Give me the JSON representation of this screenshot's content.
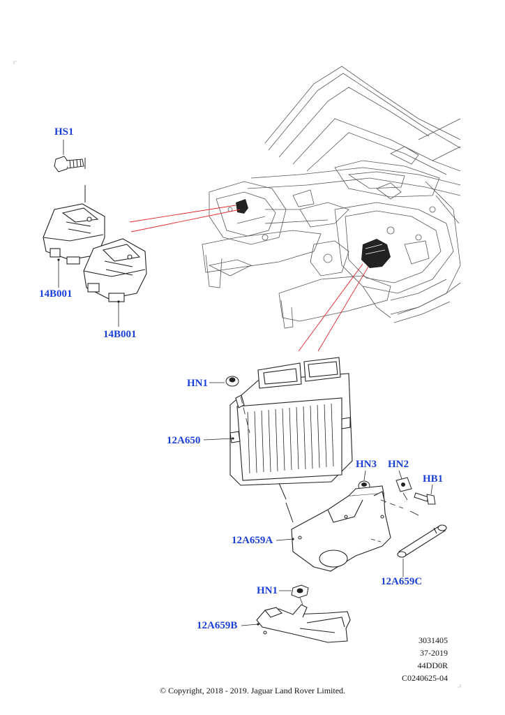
{
  "callouts": {
    "hs1": "HS1",
    "b14_1": "14B001",
    "b14_2": "14B001",
    "hn1_top": "HN1",
    "a650": "12A650",
    "hn3": "HN3",
    "hn2": "HN2",
    "hb1": "HB1",
    "a659a": "12A659A",
    "a659c": "12A659C",
    "hn1_bottom": "HN1",
    "a659b": "12A659B"
  },
  "reference": {
    "line1": "3031405",
    "line2": "37-2019",
    "line3": "44DD0R",
    "line4": "C0240625-04"
  },
  "copyright": "© Copyright, 2018 - 2019. Jaguar Land Rover Limited.",
  "colors": {
    "callout_text": "#1a3fd6",
    "leader_red": "#e0292b",
    "line_art": "#222222",
    "body_lines": "#555555"
  }
}
